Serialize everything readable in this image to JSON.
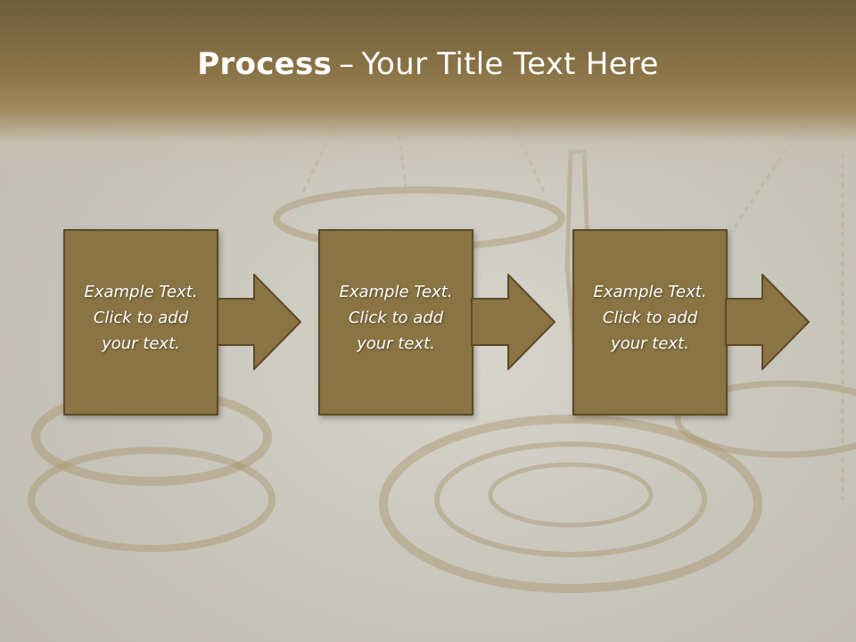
{
  "slide": {
    "title_bold": "Process",
    "title_separator": "–",
    "title_rest": "Your Title Text Here"
  },
  "steps": [
    {
      "line1": "Example Text.",
      "line2": "Click  to add",
      "line3": "your text."
    },
    {
      "line1": "Example Text.",
      "line2": "Click  to add",
      "line3": "your text."
    },
    {
      "line1": "Example Text.",
      "line2": "Click  to add",
      "line3": "your text."
    }
  ],
  "colors": {
    "box_fill": "#8a7443",
    "box_border": "#5c4a26",
    "header_dark": "#6f5e3a",
    "title_text": "#ffffff"
  }
}
